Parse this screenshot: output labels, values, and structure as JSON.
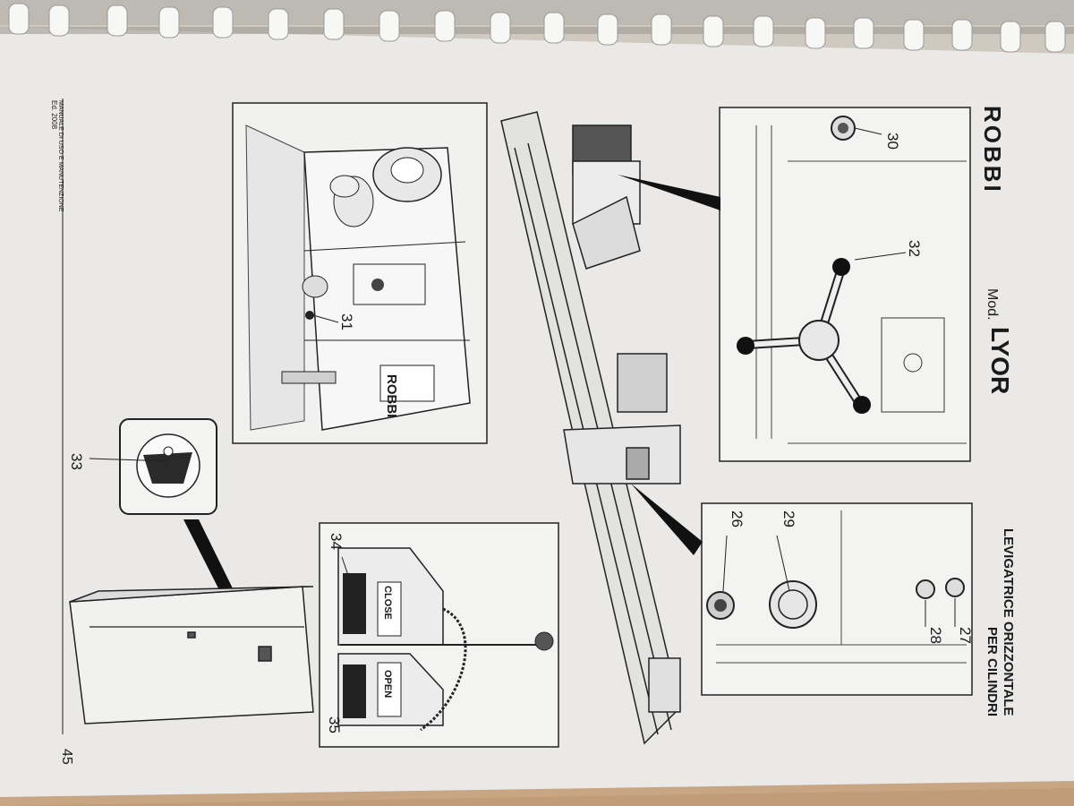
{
  "header": {
    "brand": "ROBBI",
    "model_prefix": "Mod.",
    "model_name": "LYOR",
    "product_line1": "LEVIGATRICE ORIZZONTALE",
    "product_line2": "PER CILINDRI"
  },
  "footer": {
    "edition": "Ed. 2008",
    "manual_title": "MANUALE DI USO E MANUTENZIONE",
    "page_number": "45"
  },
  "callouts": {
    "c26": "26",
    "c27": "27",
    "c28": "28",
    "c29": "29",
    "c30": "30",
    "c31": "31",
    "c32": "32",
    "c33": "33",
    "c34": "34",
    "c35": "35"
  },
  "pedals": {
    "close_label": "CLOSE",
    "open_label": "OPEN"
  }
}
